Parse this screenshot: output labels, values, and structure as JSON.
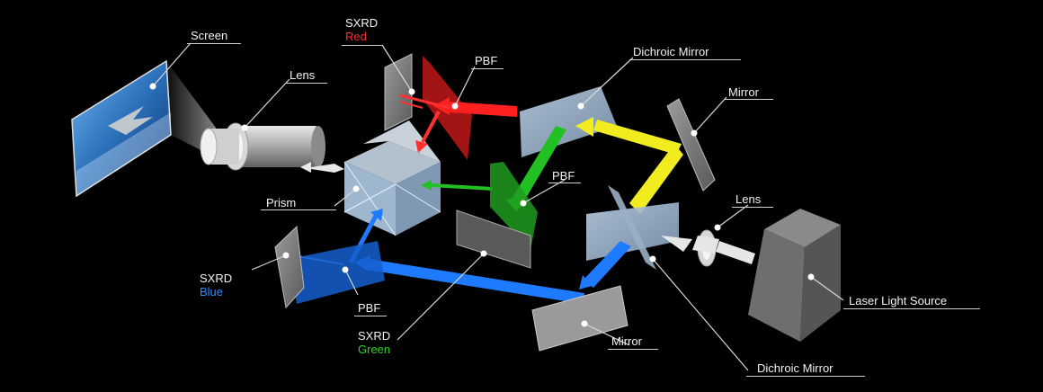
{
  "labels": {
    "screen": "Screen",
    "lens_left": "Lens",
    "prism": "Prism",
    "sxrd_red_line1": "SXRD",
    "sxrd_red_line2": "Red",
    "pbf_top": "PBF",
    "dichroic_top": "Dichroic Mirror",
    "mirror_top": "Mirror",
    "pbf_middle": "PBF",
    "lens_right": "Lens",
    "sxrd_blue_line1": "SXRD",
    "sxrd_blue_line2": "Blue",
    "pbf_bottom": "PBF",
    "sxrd_green_line1": "SXRD",
    "sxrd_green_line2": "Green",
    "mirror_bottom": "Mirror",
    "dichroic_bottom": "Dichroic Mirror",
    "laser": "Laser Light Source"
  },
  "colors": {
    "red": "#ff2a2a",
    "green": "#2bd12b",
    "blue": "#1e7bff",
    "yellow": "#f4f020",
    "white_beam": "#e8e8e8",
    "background": "#000000"
  }
}
